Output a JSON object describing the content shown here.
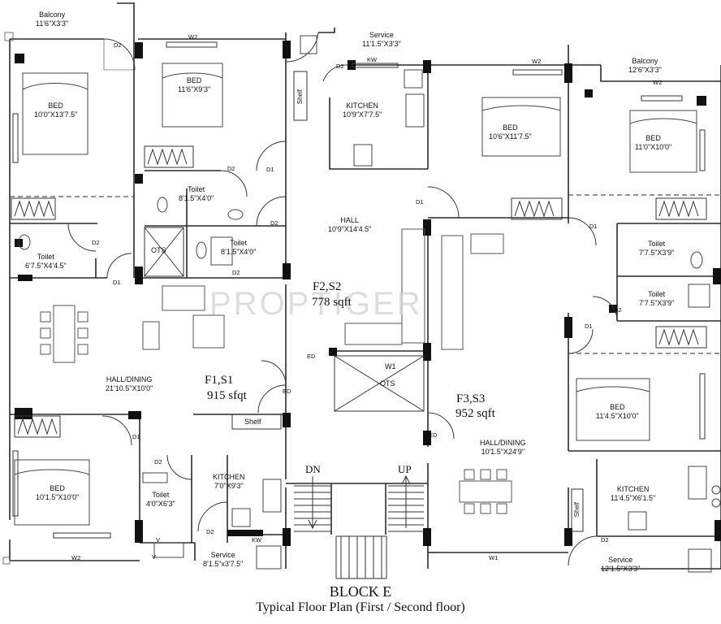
{
  "plan": {
    "block": "BLOCK E",
    "subtitle": "Typical Floor Plan (First / Second floor)",
    "watermark": "PROPTIGER",
    "units": [
      {
        "name": "F1,S1",
        "area": "915 sfqt"
      },
      {
        "name": "F2,S2",
        "area": "778 sqft"
      },
      {
        "name": "F3,S3",
        "area": "952 sqft"
      }
    ],
    "rooms": {
      "f1_balcony": {
        "name": "Balcony",
        "dim": "11'6\"X3'3\""
      },
      "f1_bed1": {
        "name": "BED",
        "dim": "10'0\"X13'7.5\""
      },
      "f1_bed2": {
        "name": "BED",
        "dim": "11'6\"X9'3\""
      },
      "f1_toilet_a": {
        "name": "Toilet",
        "dim": "8'1.5\"X4'0\""
      },
      "f1_toilet_b": {
        "name": "Toilet",
        "dim": "8'1.5\"X4'0\""
      },
      "f1_toilet_c": {
        "name": "Toilet",
        "dim": "6'7.5\"X4'4.5\""
      },
      "f1_hall": {
        "name": "HALL/DINING",
        "dim": "21'10.5\"X10'0\""
      },
      "f1_bed3": {
        "name": "BED",
        "dim": "10'1.5\"X10'0\""
      },
      "f1_toilet_d": {
        "name": "Toilet",
        "dim": "4'0\"X6'3\""
      },
      "f1_kitchen": {
        "name": "KITCHEN",
        "dim": "7'0\"X9'3\""
      },
      "f1_service": {
        "name": "Service",
        "dim": "8'1.5\"x3'7.5\""
      },
      "f2_service": {
        "name": "Service",
        "dim": "11'1.5\"X3'3\""
      },
      "f2_kitchen": {
        "name": "KITCHEN",
        "dim": "10'9\"X7'7.5\""
      },
      "f2_hall": {
        "name": "HALL",
        "dim": "10'9\"X14'4.5\""
      },
      "f2_bed": {
        "name": "BED",
        "dim": "10'6\"X11'7.5\""
      },
      "f3_balcony": {
        "name": "Balcony",
        "dim": "12'6\"X3'3\""
      },
      "f3_bed1": {
        "name": "BED",
        "dim": "11'0\"X10'0\""
      },
      "f3_toilet_a": {
        "name": "Toilet",
        "dim": "7'7.5\"X3'9\""
      },
      "f3_toilet_b": {
        "name": "Toilet",
        "dim": "7'7.5\"X3'9\""
      },
      "f3_bed2": {
        "name": "BED",
        "dim": "11'4.5\"X10'0\""
      },
      "f3_hall": {
        "name": "HALL/DINING",
        "dim": "10'1.5\"X24'9\""
      },
      "f3_kitchen": {
        "name": "KITCHEN",
        "dim": "11'4.5\"X6'1.5\""
      },
      "f3_service": {
        "name": "Service",
        "dim": "12'1.5\"X3'3\""
      }
    },
    "tags": {
      "ots": "OTS",
      "shelf": "Shelf",
      "dn": "DN",
      "up": "UP",
      "d1": "D1",
      "d2": "D2",
      "ed": "ED",
      "w1": "W1",
      "w2": "W2",
      "kw": "KW",
      "v": "V"
    }
  }
}
